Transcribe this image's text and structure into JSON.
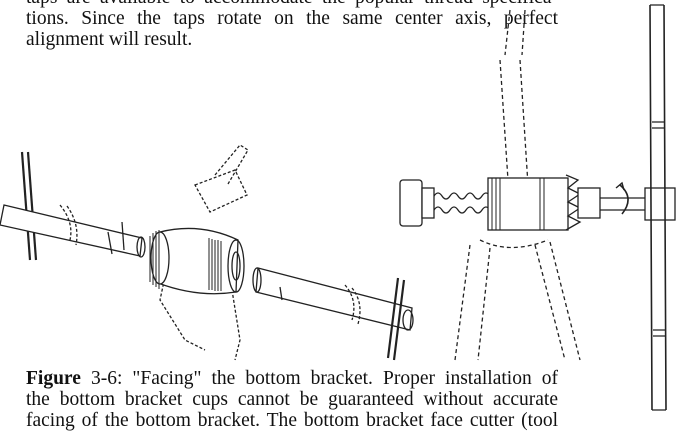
{
  "body_text": {
    "lines": [
      "taps are available to accommodate the popular thread specifica-",
      "tions.  Since  the  taps  rotate  on  the  same  center  axis,  perfect",
      "alignment will result."
    ]
  },
  "figure": {
    "label": "Figure",
    "number": "3-6",
    "caption_lines": [
      ": \"Facing\" the bottom bracket. Proper installation of",
      "the bottom bracket cups cannot be guaranteed without accurate",
      "facing of the bottom bracket. The bottom bracket face cutter (tool"
    ]
  }
}
